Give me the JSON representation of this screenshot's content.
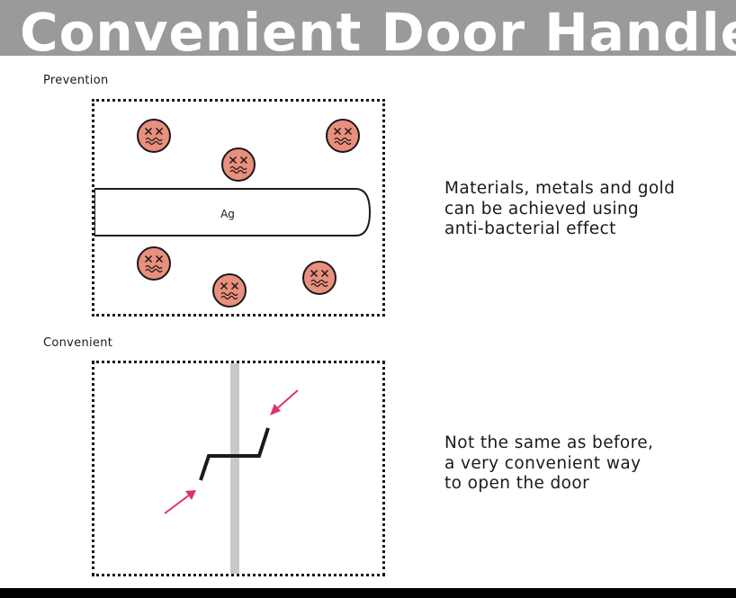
{
  "header": {
    "title": "Convenient Door Handle"
  },
  "sections": [
    {
      "label": "Prevention",
      "handle_label": "Ag",
      "germ_count": 6,
      "caption_lines": [
        "Materials, metals and gold",
        "can be achieved using",
        "anti-bacterial effect"
      ]
    },
    {
      "label": "Convenient",
      "caption_lines": [
        "Not the same as before,",
        "a very convenient way",
        "to open the door"
      ]
    }
  ],
  "colors": {
    "header_bg": "#9a9a9a",
    "germ_fill": "#e88f7e",
    "arrow": "#e0306e",
    "door_edge": "#c8c8c8"
  }
}
